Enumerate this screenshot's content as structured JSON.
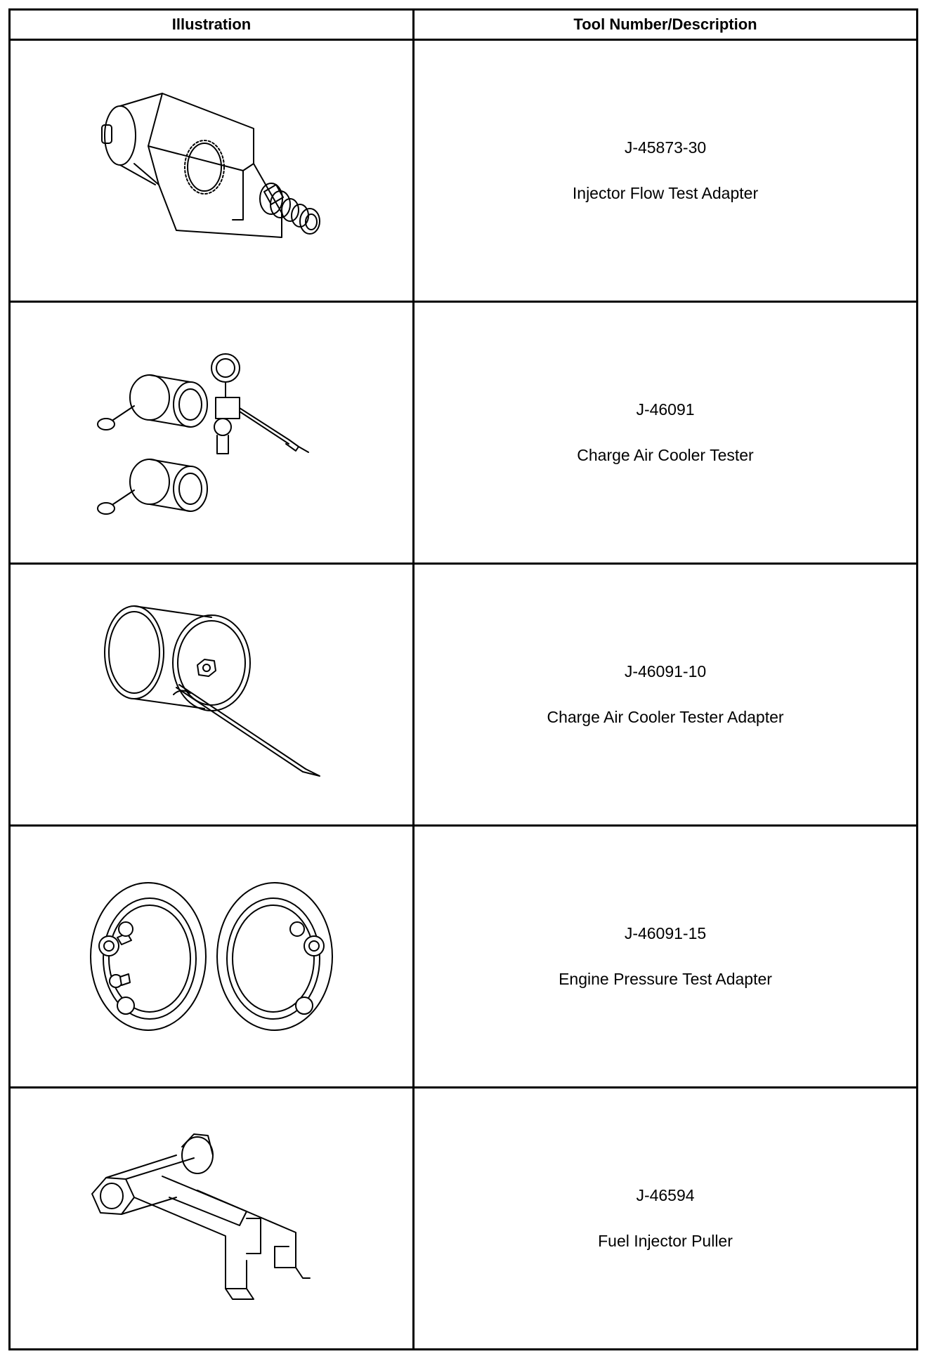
{
  "table": {
    "headers": {
      "illustration": "Illustration",
      "description": "Tool Number/Description"
    },
    "rows": [
      {
        "tool_number": "J-45873-30",
        "description": "Injector Flow Test Adapter",
        "icon": "injector-flow-test-adapter-icon"
      },
      {
        "tool_number": "J-46091",
        "description": "Charge Air Cooler Tester",
        "icon": "charge-air-cooler-tester-icon"
      },
      {
        "tool_number": "J-46091-10",
        "description": "Charge Air Cooler Tester Adapter",
        "icon": "charge-air-cooler-tester-adapter-icon"
      },
      {
        "tool_number": "J-46091-15",
        "description": "Engine Pressure Test Adapter",
        "icon": "engine-pressure-test-adapter-icon"
      },
      {
        "tool_number": "J-46594",
        "description": "Fuel Injector Puller",
        "icon": "fuel-injector-puller-icon"
      }
    ]
  }
}
